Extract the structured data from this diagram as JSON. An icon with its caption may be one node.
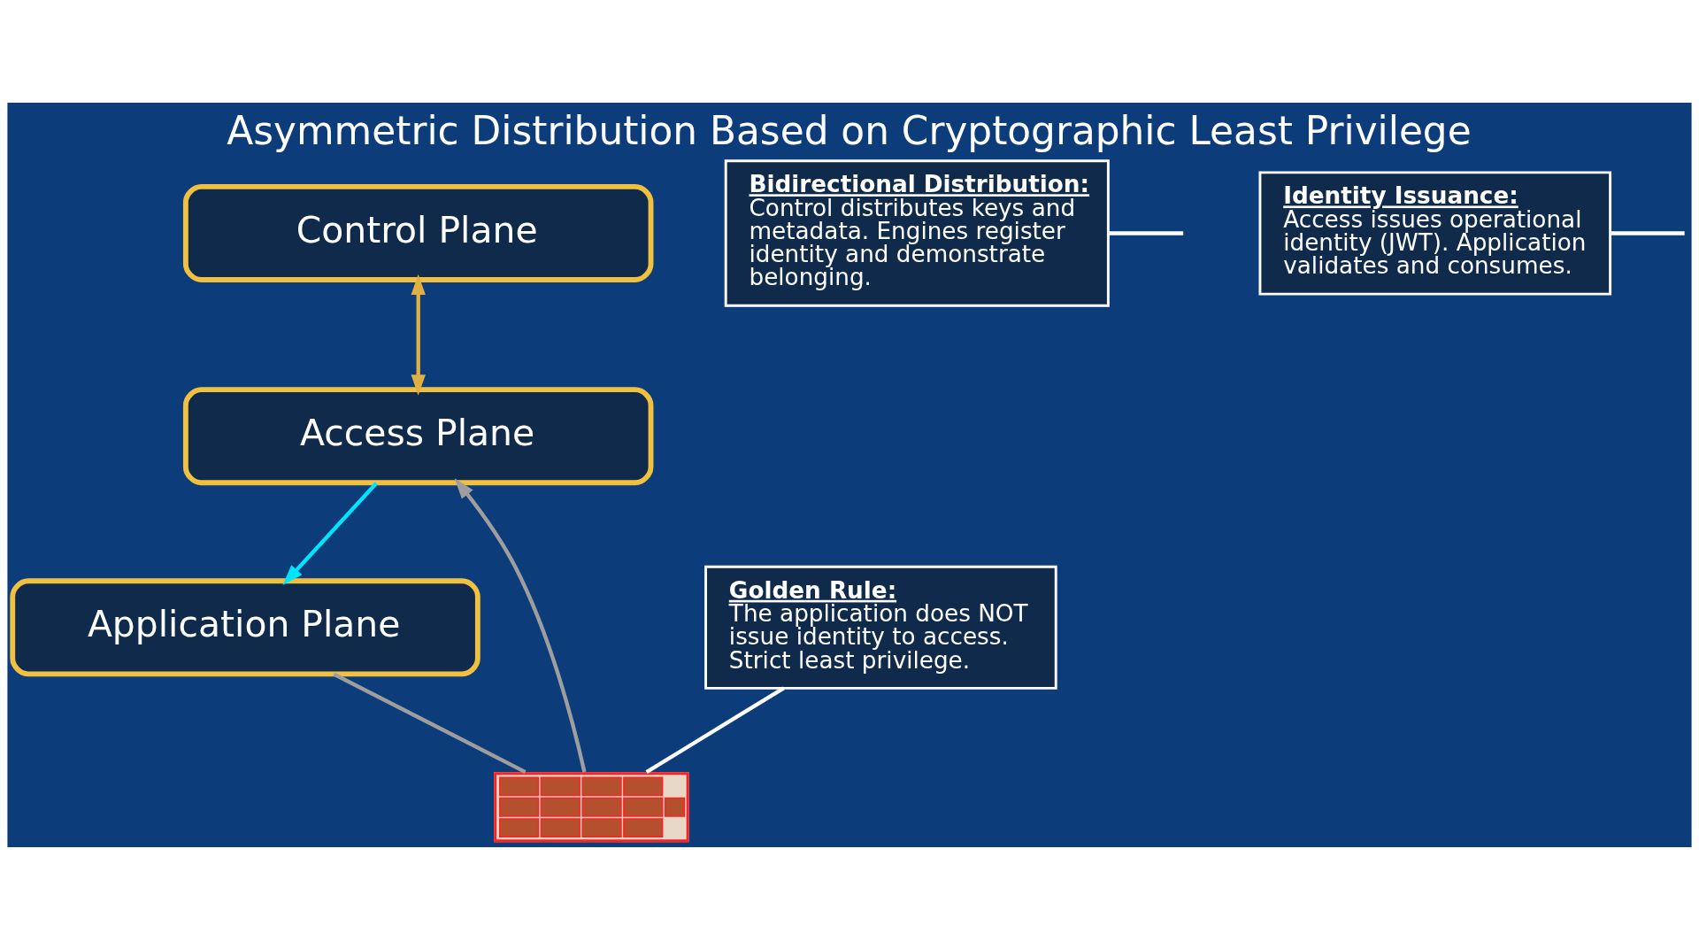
{
  "diagram": {
    "title": "Asymmetric Distribution Based on Cryptographic Least Privilege",
    "nodes": [
      {
        "text": [
          "Control Plane"
        ]
      },
      {
        "text": [
          "Access Plane"
        ]
      },
      {
        "text": [
          "Application Plane"
        ]
      },
      {
        "text": [
          "Bidirectional Distribution:",
          "Control distributes keys and metadata. Engines register identity and demonstrate belonging."
        ]
      },
      {
        "text": [
          "Identity Issuance:",
          "Access issues operational identity (JWT). Application validates and consumes."
        ]
      },
      {
        "text": [
          "Golden Rule:",
          "The application does NOT issue identity to access. Strict least privilege."
        ]
      },
      {
        "text": [],
        "shape": "picture"
      }
    ],
    "edges": [
      {
        "from": 0,
        "to": 1,
        "arrow": "both",
        "color": "#e0b040"
      },
      {
        "from": 1,
        "to": 2,
        "arrow": "to",
        "color": "#00e5ff"
      },
      {
        "from": 2,
        "to": 6,
        "arrow": "none",
        "color": "#9e9e9e"
      },
      {
        "from": 6,
        "to": 1,
        "arrow": "to",
        "color": "#9e9e9e"
      },
      {
        "from": 3,
        "to": null,
        "arrow": "none"
      },
      {
        "from": 4,
        "to": null,
        "arrow": "none"
      },
      {
        "from": 5,
        "to": 6,
        "arrow": "none"
      }
    ]
  }
}
